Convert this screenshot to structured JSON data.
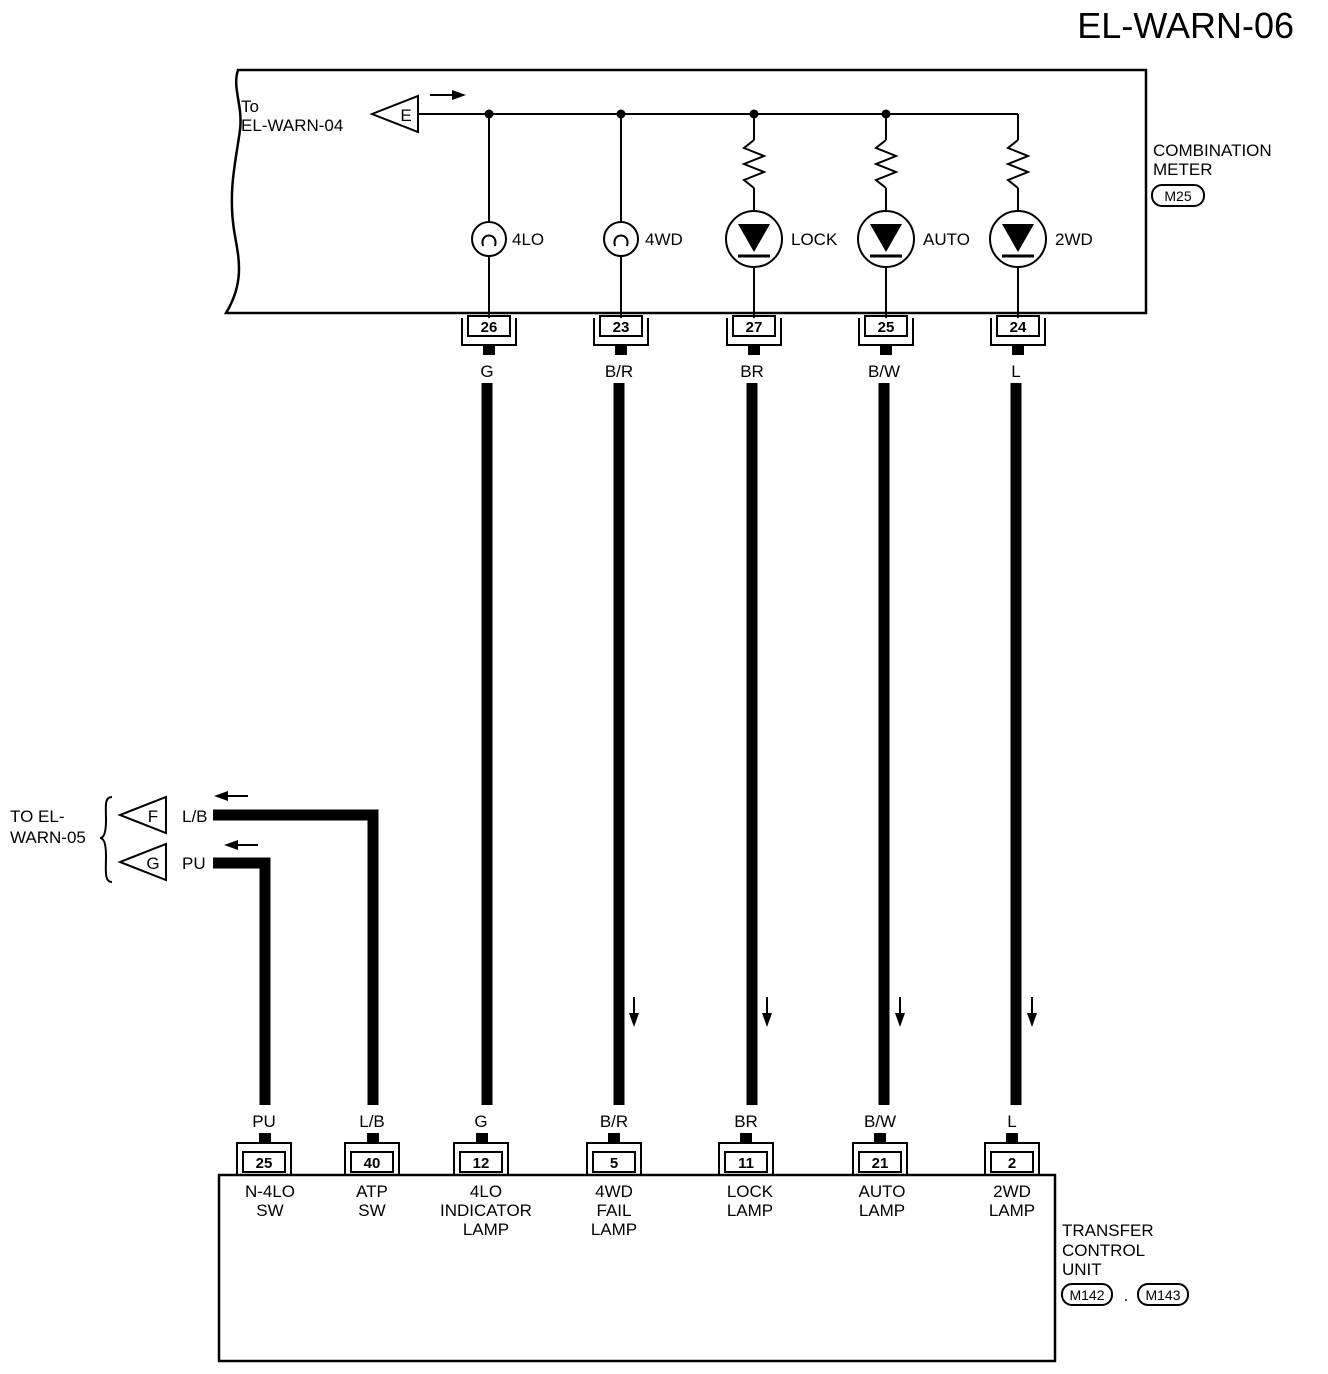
{
  "page_id": "EL-WARN-06",
  "meter": {
    "name_line1": "COMBINATION",
    "name_line2": "METER",
    "connector": "M25",
    "ref_line1": "To",
    "ref_line2": "EL-WARN-04",
    "ref_letter": "E",
    "lamps": [
      {
        "label": "4LO",
        "pin": "26",
        "wire": "G"
      },
      {
        "label": "4WD",
        "pin": "23",
        "wire": "B/R"
      },
      {
        "label": "LOCK",
        "pin": "27",
        "wire": "BR"
      },
      {
        "label": "AUTO",
        "pin": "25",
        "wire": "B/W"
      },
      {
        "label": "2WD",
        "pin": "24",
        "wire": "L"
      }
    ]
  },
  "offpage": {
    "line1": "TO EL-",
    "line2": "WARN-05",
    "refs": [
      {
        "letter": "F",
        "wire": "L/B"
      },
      {
        "letter": "G",
        "wire": "PU"
      }
    ]
  },
  "tcu": {
    "name_line1": "TRANSFER",
    "name_line2": "CONTROL",
    "name_line3": "UNIT",
    "connector1": "M142",
    "separator": ".",
    "connector2": "M143",
    "pins": [
      {
        "pin": "25",
        "wire": "PU",
        "l1": "N-4LO",
        "l2": "SW",
        "l3": ""
      },
      {
        "pin": "40",
        "wire": "L/B",
        "l1": "ATP",
        "l2": "SW",
        "l3": ""
      },
      {
        "pin": "12",
        "wire": "G",
        "l1": "4LO",
        "l2": "INDICATOR",
        "l3": "LAMP"
      },
      {
        "pin": "5",
        "wire": "B/R",
        "l1": "4WD",
        "l2": "FAIL",
        "l3": "LAMP"
      },
      {
        "pin": "11",
        "wire": "BR",
        "l1": "LOCK",
        "l2": "LAMP",
        "l3": ""
      },
      {
        "pin": "21",
        "wire": "B/W",
        "l1": "AUTO",
        "l2": "LAMP",
        "l3": ""
      },
      {
        "pin": "2",
        "wire": "L",
        "l1": "2WD",
        "l2": "LAMP",
        "l3": ""
      }
    ]
  }
}
